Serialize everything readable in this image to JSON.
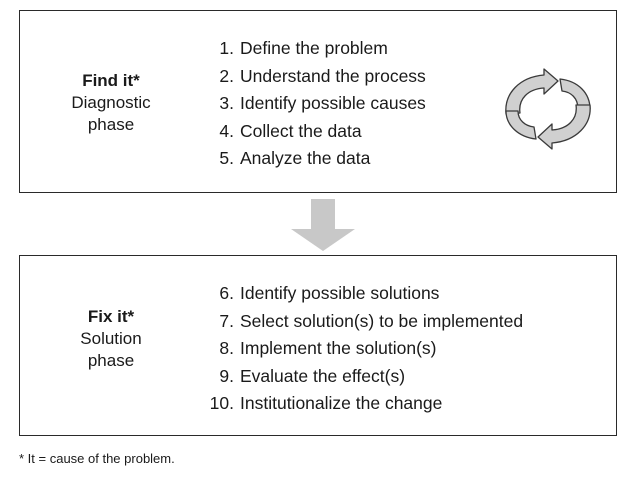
{
  "diagnostic": {
    "title": "Find it*",
    "phase_line1": "Diagnostic",
    "phase_line2": "phase",
    "steps": [
      {
        "num": "1.",
        "text": "Define the problem"
      },
      {
        "num": "2.",
        "text": "Understand the process"
      },
      {
        "num": "3.",
        "text": "Identify possible causes"
      },
      {
        "num": "4.",
        "text": "Collect the data"
      },
      {
        "num": "5.",
        "text": "Analyze the data"
      }
    ]
  },
  "solution": {
    "title": "Fix it*",
    "phase_line1": "Solution",
    "phase_line2": "phase",
    "steps": [
      {
        "num": "6.",
        "text": "Identify possible solutions"
      },
      {
        "num": "7.",
        "text": "Select solution(s) to be implemented"
      },
      {
        "num": "8.",
        "text": "Implement the solution(s)"
      },
      {
        "num": "9.",
        "text": "Evaluate the effect(s)"
      },
      {
        "num": "10.",
        "text": "Institutionalize the change"
      }
    ]
  },
  "footnote": "* It = cause of the problem.",
  "icons": {
    "cycle": "cycle-arrows-icon",
    "transition": "down-arrow-icon"
  },
  "colors": {
    "arrow_fill": "#c8c8c8",
    "border": "#2a2a2a"
  }
}
